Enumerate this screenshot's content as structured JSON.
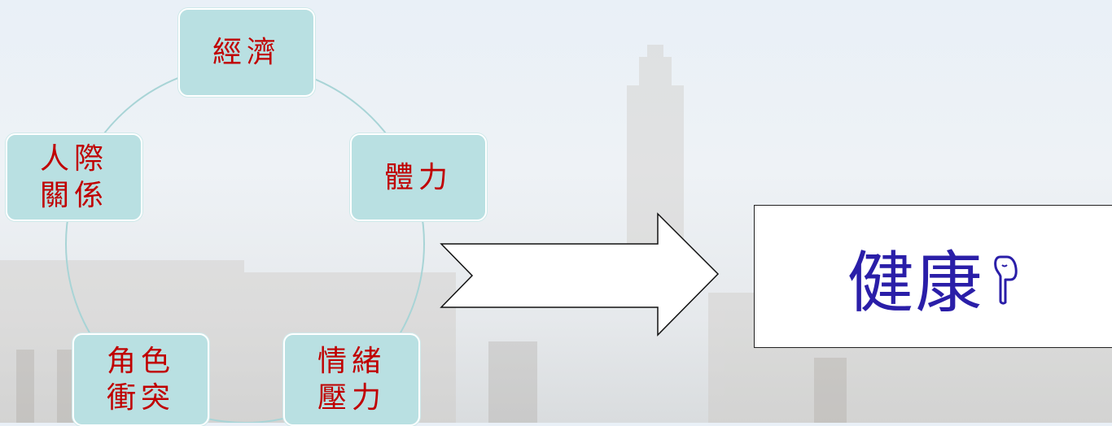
{
  "cycle": {
    "nodes": [
      {
        "id": "economy",
        "label": "經濟"
      },
      {
        "id": "physical",
        "label": "體力"
      },
      {
        "id": "emotional",
        "label": "情緒\n壓力"
      },
      {
        "id": "role",
        "label": "角色\n衝突"
      },
      {
        "id": "interpersonal",
        "label": "人際\n關係"
      }
    ]
  },
  "result": {
    "label": "健康",
    "icon": "pointing-hand-icon"
  },
  "colors": {
    "node_fill": "#b9e0e2",
    "node_text": "#c00000",
    "result_text": "#2a1ea8",
    "cycle_line": "#a8d4d6"
  }
}
